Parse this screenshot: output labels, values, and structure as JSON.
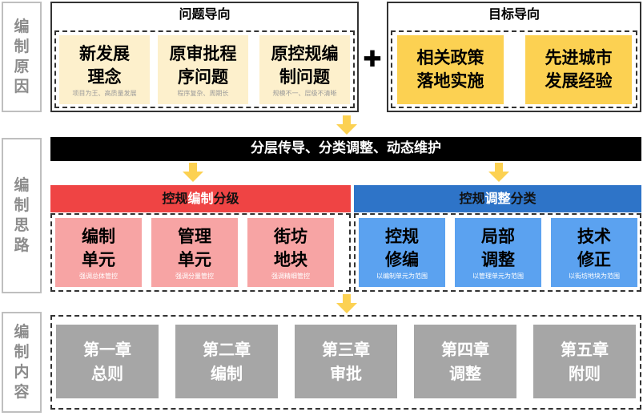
{
  "sides": [
    {
      "chars": [
        "编",
        "制",
        "原",
        "因"
      ]
    },
    {
      "chars": [
        "编",
        "制",
        "思",
        "路"
      ]
    },
    {
      "chars": [
        "编",
        "制",
        "内",
        "容"
      ]
    }
  ],
  "problem": {
    "title": "问题导向",
    "cards": [
      {
        "title": "新发展\n理念",
        "note": "项目为王、高质量发展"
      },
      {
        "title": "原审批程\n序问题",
        "note": "程序复杂、周期长"
      },
      {
        "title": "原控规编\n制问题",
        "note": "规模不一、层级不清晰"
      }
    ]
  },
  "plus_symbol": "✚",
  "goal": {
    "title": "目标导向",
    "cards": [
      {
        "title": "相关政策\n落地实施"
      },
      {
        "title": "先进城市\n发展经验"
      }
    ]
  },
  "banner": "分层传导、分类调整、动态维护",
  "left_group": {
    "title_a": "控规",
    "title_b": "编制",
    "title_c": "分级",
    "cards": [
      {
        "title": "编制\n单元",
        "note": "强调总体管控"
      },
      {
        "title": "管理\n单元",
        "note": "强调分量管控"
      },
      {
        "title": "街坊\n地块",
        "note": "强调精细管控"
      }
    ]
  },
  "right_group": {
    "title_a": "控规",
    "title_b": "调整",
    "title_c": "分类",
    "cards": [
      {
        "title": "控规\n修编",
        "note": "以编制单元为范围"
      },
      {
        "title": "局部\n调整",
        "note": "以管理单元为范围"
      },
      {
        "title": "技术\n修正",
        "note": "以街坊地块为范围"
      }
    ]
  },
  "chapters": [
    {
      "title": "第一章\n总则"
    },
    {
      "title": "第二章\n编制"
    },
    {
      "title": "第三章\n审批"
    },
    {
      "title": "第四章\n调整"
    },
    {
      "title": "第五章\n附则"
    }
  ],
  "colors": {
    "arrow": "#fcd152",
    "red": "#ef4444",
    "blue": "#2e74c8",
    "pink": "#f7a4a4",
    "lightblue": "#5ba2f0",
    "gray": "#a6a6a6",
    "cream": "#fdf0cc",
    "yellow": "#fcd152"
  }
}
